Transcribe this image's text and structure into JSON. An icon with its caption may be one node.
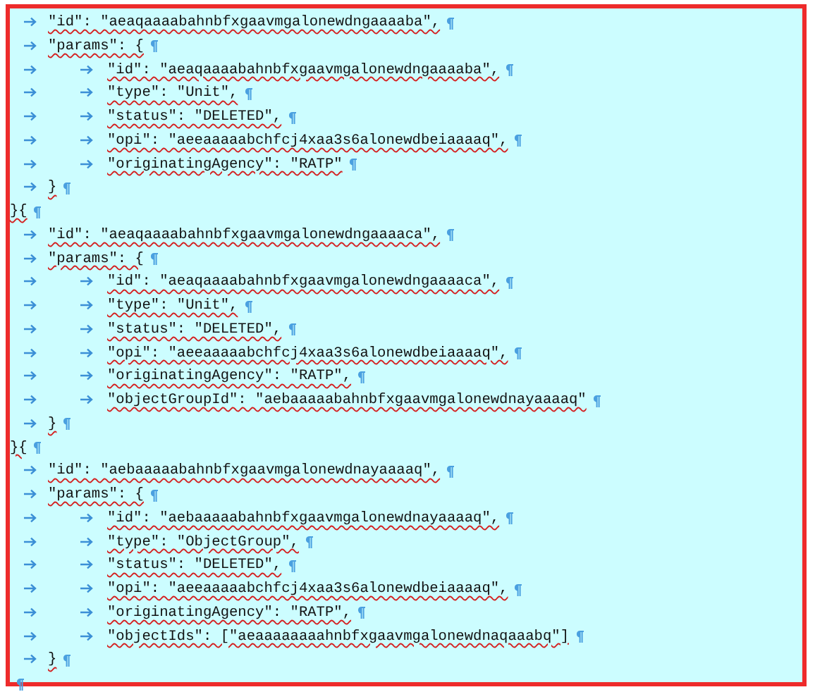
{
  "diagram": {
    "labels": [
      "\"id\": \"aeaqaaaabahnbfxgaavmgalonewdngaaaaba\",",
      "\"params\": {",
      "\"id\": \"aeaqaaaabahnbfxgaavmgalonewdngaaaaba\",",
      "\"type\": \"Unit\",",
      "\"status\": \"DELETED\",",
      "\"opi\": \"aeeaaaaabchfcj4xaa3s6alonewdbeiaaaaq\",",
      "\"originatingAgency\": \"RATP\"",
      "}",
      "}{",
      "\"id\": \"aeaqaaaabahnbfxgaavmgalonewdngaaaaca\",",
      "\"params\": {",
      "\"id\": \"aeaqaaaabahnbfxgaavmgalonewdngaaaaca\",",
      "\"type\": \"Unit\",",
      "\"status\": \"DELETED\",",
      "\"opi\": \"aeeaaaaabchfcj4xaa3s6alonewdbeiaaaaq\",",
      "\"originatingAgency\": \"RATP\",",
      "\"objectGroupId\": \"aebaaaaabahnbfxgaavmgalonewdnayaaaaq\"",
      "}",
      "}{",
      "\"id\": \"aebaaaaabahnbfxgaavmgalonewdnayaaaaq\",",
      "\"params\": {",
      "\"id\": \"aebaaaaabahnbfxgaavmgalonewdnayaaaaq\",",
      "\"type\": \"ObjectGroup\",",
      "\"status\": \"DELETED\",",
      "\"opi\": \"aeeaaaaabchfcj4xaa3s6alonewdbeiaaaaq\",",
      "\"originatingAgency\": \"RATP\",",
      "\"objectIds\": [\"aeaaaaaaaahnbfxgaavmgalonewdnaqaaabq\"]",
      "}"
    ]
  }
}
